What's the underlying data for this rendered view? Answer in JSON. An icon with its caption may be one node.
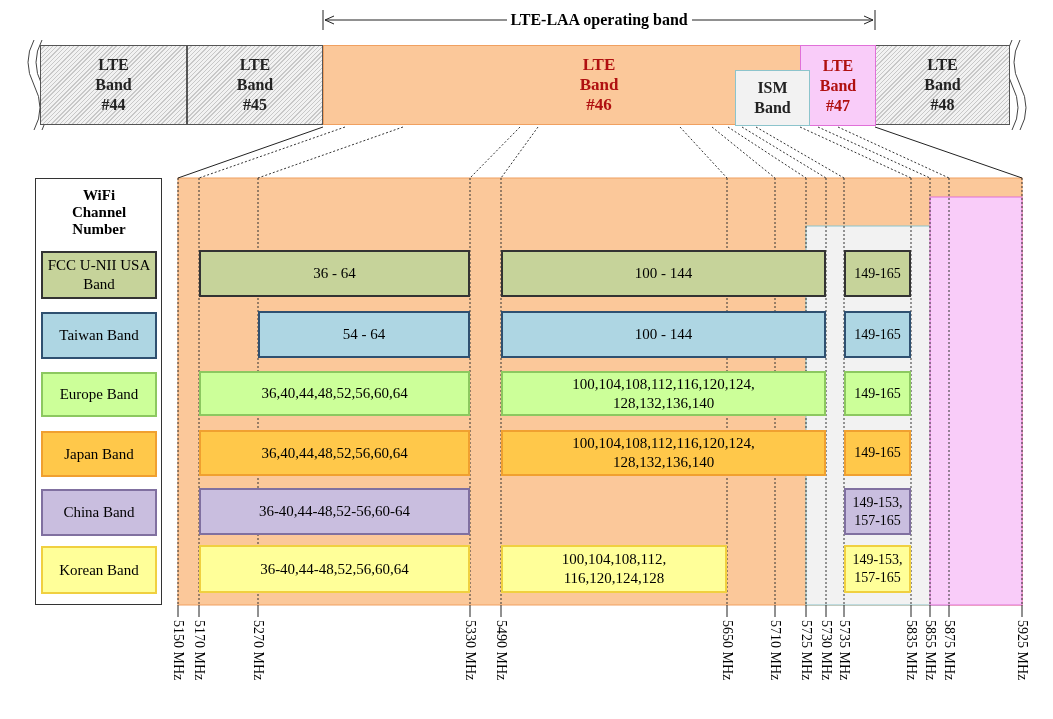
{
  "diagram": {
    "nodes": [
      {
        "text": [
          "LTE Band #44"
        ]
      },
      {
        "text": [
          "LTE Band #45"
        ]
      },
      {
        "text": [
          "LTE Band #46"
        ]
      },
      {
        "text": [
          "ISM Band"
        ],
        "in": 2
      },
      {
        "text": [
          "LTE Band #47"
        ],
        "in": 2
      },
      {
        "text": [
          "LTE Band #48"
        ]
      },
      {
        "text": [
          "WiFi Channel Number"
        ]
      },
      {
        "text": [
          "FCC U-NII USA Band"
        ],
        "in": 6
      },
      {
        "text": [
          "Taiwan Band"
        ],
        "in": 6
      },
      {
        "text": [
          "Europe Band"
        ],
        "in": 6
      },
      {
        "text": [
          "Japan Band"
        ],
        "in": 6
      },
      {
        "text": [
          "China Band"
        ],
        "in": 6
      },
      {
        "text": [
          "Korean Band"
        ],
        "in": 6
      },
      {
        "text": [
          "36 - 64"
        ]
      },
      {
        "text": [
          "100 - 144"
        ]
      },
      {
        "text": [
          "149-165"
        ]
      },
      {
        "text": [
          "54 - 64"
        ]
      },
      {
        "text": [
          "100 - 144"
        ]
      },
      {
        "text": [
          "149-165"
        ]
      },
      {
        "text": [
          "36,40,44,48,52,56,60,64"
        ]
      },
      {
        "text": [
          "100,104,108,112,116,120,124, 128,132,136,140"
        ]
      },
      {
        "text": [
          "149-165"
        ]
      },
      {
        "text": [
          "36,40,44,48,52,56,60,64"
        ]
      },
      {
        "text": [
          "100,104,108,112,116,120,124, 128,132,136,140"
        ]
      },
      {
        "text": [
          "149-165"
        ]
      },
      {
        "text": [
          "36-40,44-48,52-56,60-64"
        ]
      },
      {
        "text": [
          "149-153, 157-165"
        ]
      },
      {
        "text": [
          "36-40,44-48,52,56,60,64"
        ]
      },
      {
        "text": [
          "100,104,108,112, 116,120,124,128"
        ]
      },
      {
        "text": [
          "149-153, 157-165"
        ]
      }
    ],
    "labels": [
      "LTE-LAA operating band",
      "5150 MHz",
      "5170 MHz",
      "5270 MHz",
      "5330 MHz",
      "5490 MHz",
      "5650 MHz",
      "5710 MHz",
      "5725 MHz",
      "5730 MHz",
      "5735 MHz",
      "5835 MHz",
      "5855 MHz",
      "5875 MHz",
      "5925 MHz"
    ]
  }
}
